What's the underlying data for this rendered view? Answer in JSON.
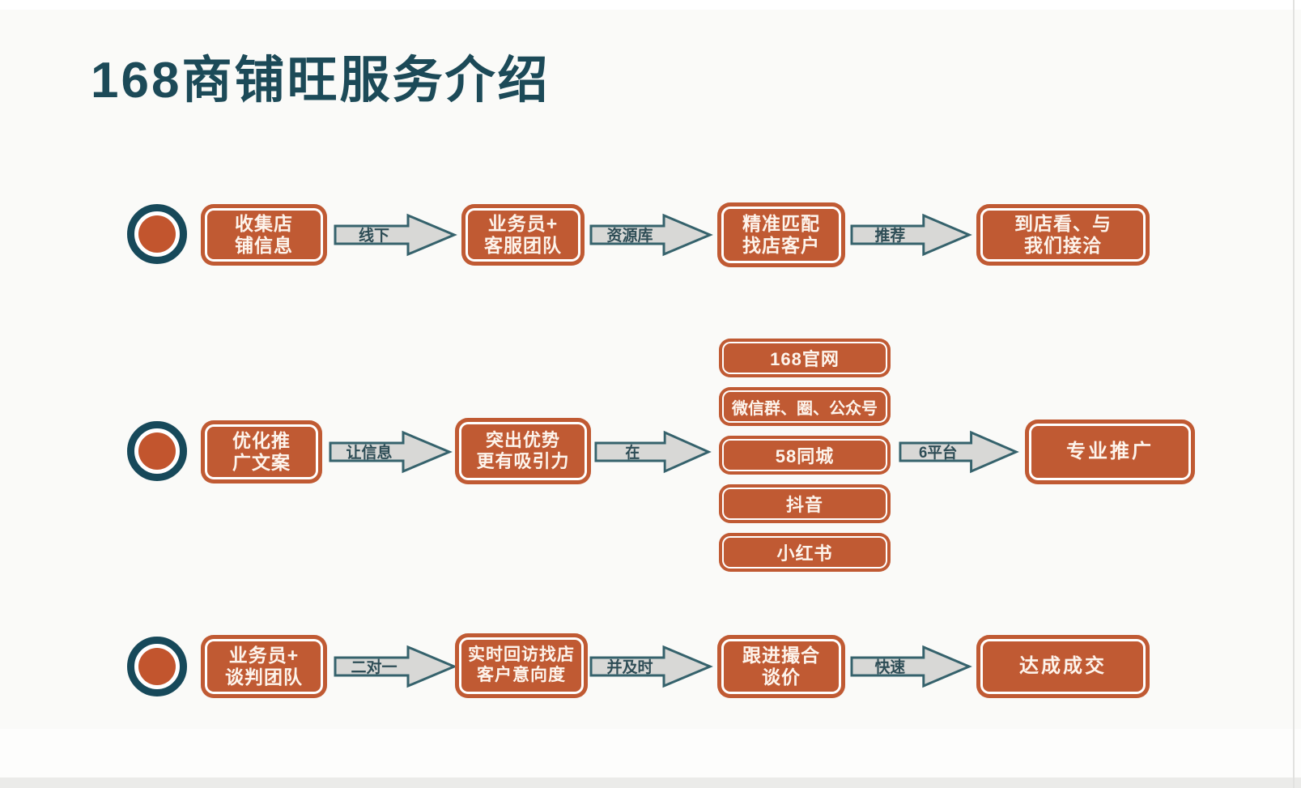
{
  "title": "168商铺旺服务介绍",
  "colors": {
    "box_orange": "#c05a33",
    "teal_dark": "#1c4a58",
    "arrow_fill": "#d8d8d6",
    "arrow_border": "#35626c"
  },
  "row1": {
    "box1": {
      "line1": "收集店",
      "line2": "铺信息"
    },
    "arrow1": "线下",
    "box2": {
      "line1": "业务员+",
      "line2": "客服团队"
    },
    "arrow2": "资源库",
    "box3": {
      "line1": "精准匹配",
      "line2": "找店客户"
    },
    "arrow3": "推荐",
    "box4": {
      "line1": "到店看、与",
      "line2": "我们接洽"
    }
  },
  "row2": {
    "box1": {
      "line1": "优化推",
      "line2": "广文案"
    },
    "arrow1": "让信息",
    "box2": {
      "line1": "突出优势",
      "line2": "更有吸引力"
    },
    "arrow2": "在",
    "platforms": [
      "168官网",
      "微信群、圈、公众号",
      "58同城",
      "抖音",
      "小红书"
    ],
    "arrow3": "6平台",
    "box3": "专业推广"
  },
  "row3": {
    "box1": {
      "line1": "业务员+",
      "line2": "谈判团队"
    },
    "arrow1": "二对一",
    "box2": {
      "line1": "实时回访找店",
      "line2": "客户意向度"
    },
    "arrow2": "并及时",
    "box3": {
      "line1": "跟进撮合",
      "line2": "谈价"
    },
    "arrow3": "快速",
    "box4": "达成成交"
  }
}
